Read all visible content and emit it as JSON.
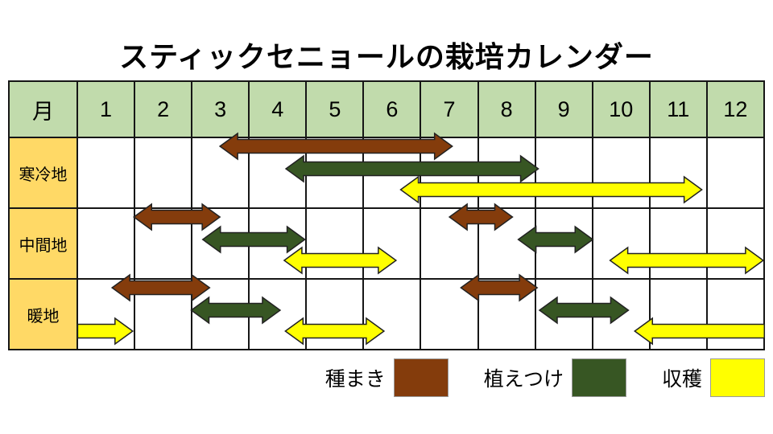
{
  "title": "スティックセニョールの栽培カレンダー",
  "colors": {
    "header_bg": "#C1DBAC",
    "row_label_bg": "#FFD966",
    "grid_line": "#161616",
    "seeding": "#843C0C",
    "planting": "#375623",
    "harvest": "#FFFF00",
    "arrow_outline": "#222222"
  },
  "chart_data": {
    "type": "gantt",
    "title": "スティックセニョールの栽培カレンダー",
    "x_axis": {
      "label": "月",
      "months": [
        "1",
        "2",
        "3",
        "4",
        "5",
        "6",
        "7",
        "8",
        "9",
        "10",
        "11",
        "12"
      ],
      "range": [
        0,
        12
      ]
    },
    "legend": [
      {
        "label": "種まき",
        "category": "seeding",
        "color": "#843C0C"
      },
      {
        "label": "植えつけ",
        "category": "planting",
        "color": "#375623"
      },
      {
        "label": "収穫",
        "category": "harvest",
        "color": "#FFFF00"
      }
    ],
    "rows": [
      {
        "label": "寒冷地",
        "bars": [
          {
            "category": "seeding",
            "start": 2.5,
            "end": 6.55
          },
          {
            "category": "planting",
            "start": 3.65,
            "end": 8.05
          },
          {
            "category": "harvest",
            "start": 5.65,
            "end": 10.9
          }
        ]
      },
      {
        "label": "中間地",
        "bars": [
          {
            "category": "seeding",
            "start": 1.0,
            "end": 2.5
          },
          {
            "category": "planting",
            "start": 2.2,
            "end": 3.98
          },
          {
            "category": "harvest",
            "start": 3.62,
            "end": 5.57
          },
          {
            "category": "seeding",
            "start": 6.5,
            "end": 7.6
          },
          {
            "category": "planting",
            "start": 7.7,
            "end": 9.0
          },
          {
            "category": "harvest",
            "start": 9.3,
            "end": 11.97
          }
        ]
      },
      {
        "label": "暖地",
        "bars": [
          {
            "category": "harvest",
            "start": 0.02,
            "end": 0.98,
            "head_left": false
          },
          {
            "category": "seeding",
            "start": 0.62,
            "end": 2.32
          },
          {
            "category": "planting",
            "start": 2.0,
            "end": 3.55
          },
          {
            "category": "harvest",
            "start": 3.64,
            "end": 5.36
          },
          {
            "category": "seeding",
            "start": 6.7,
            "end": 8.03
          },
          {
            "category": "planting",
            "start": 8.07,
            "end": 9.62
          },
          {
            "category": "harvest",
            "start": 9.73,
            "end": 11.99,
            "head_right": false
          }
        ]
      }
    ]
  }
}
